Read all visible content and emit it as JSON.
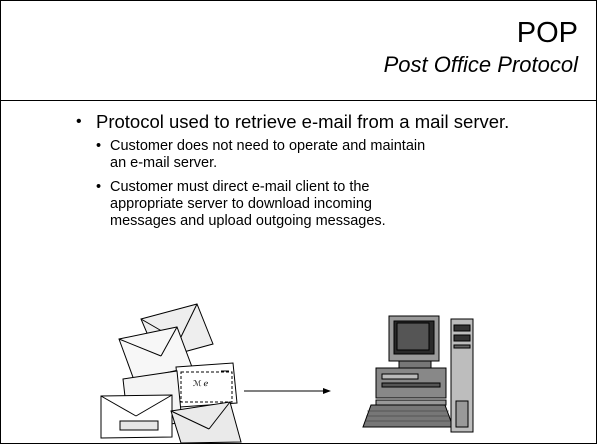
{
  "slide": {
    "title": "POP",
    "subtitle": "Post Office Protocol"
  },
  "bullets": {
    "main": "Protocol used to retrieve e-mail from a mail server.",
    "sub": [
      "Customer does not need to operate and maintain an e-mail server.",
      "Customer must direct e-mail client to the appropriate server to download incoming messages and upload outgoing messages."
    ]
  },
  "illustration": {
    "left": "envelopes-icon",
    "middle": "arrow-right-icon",
    "right": "computer-workstation-icon"
  }
}
